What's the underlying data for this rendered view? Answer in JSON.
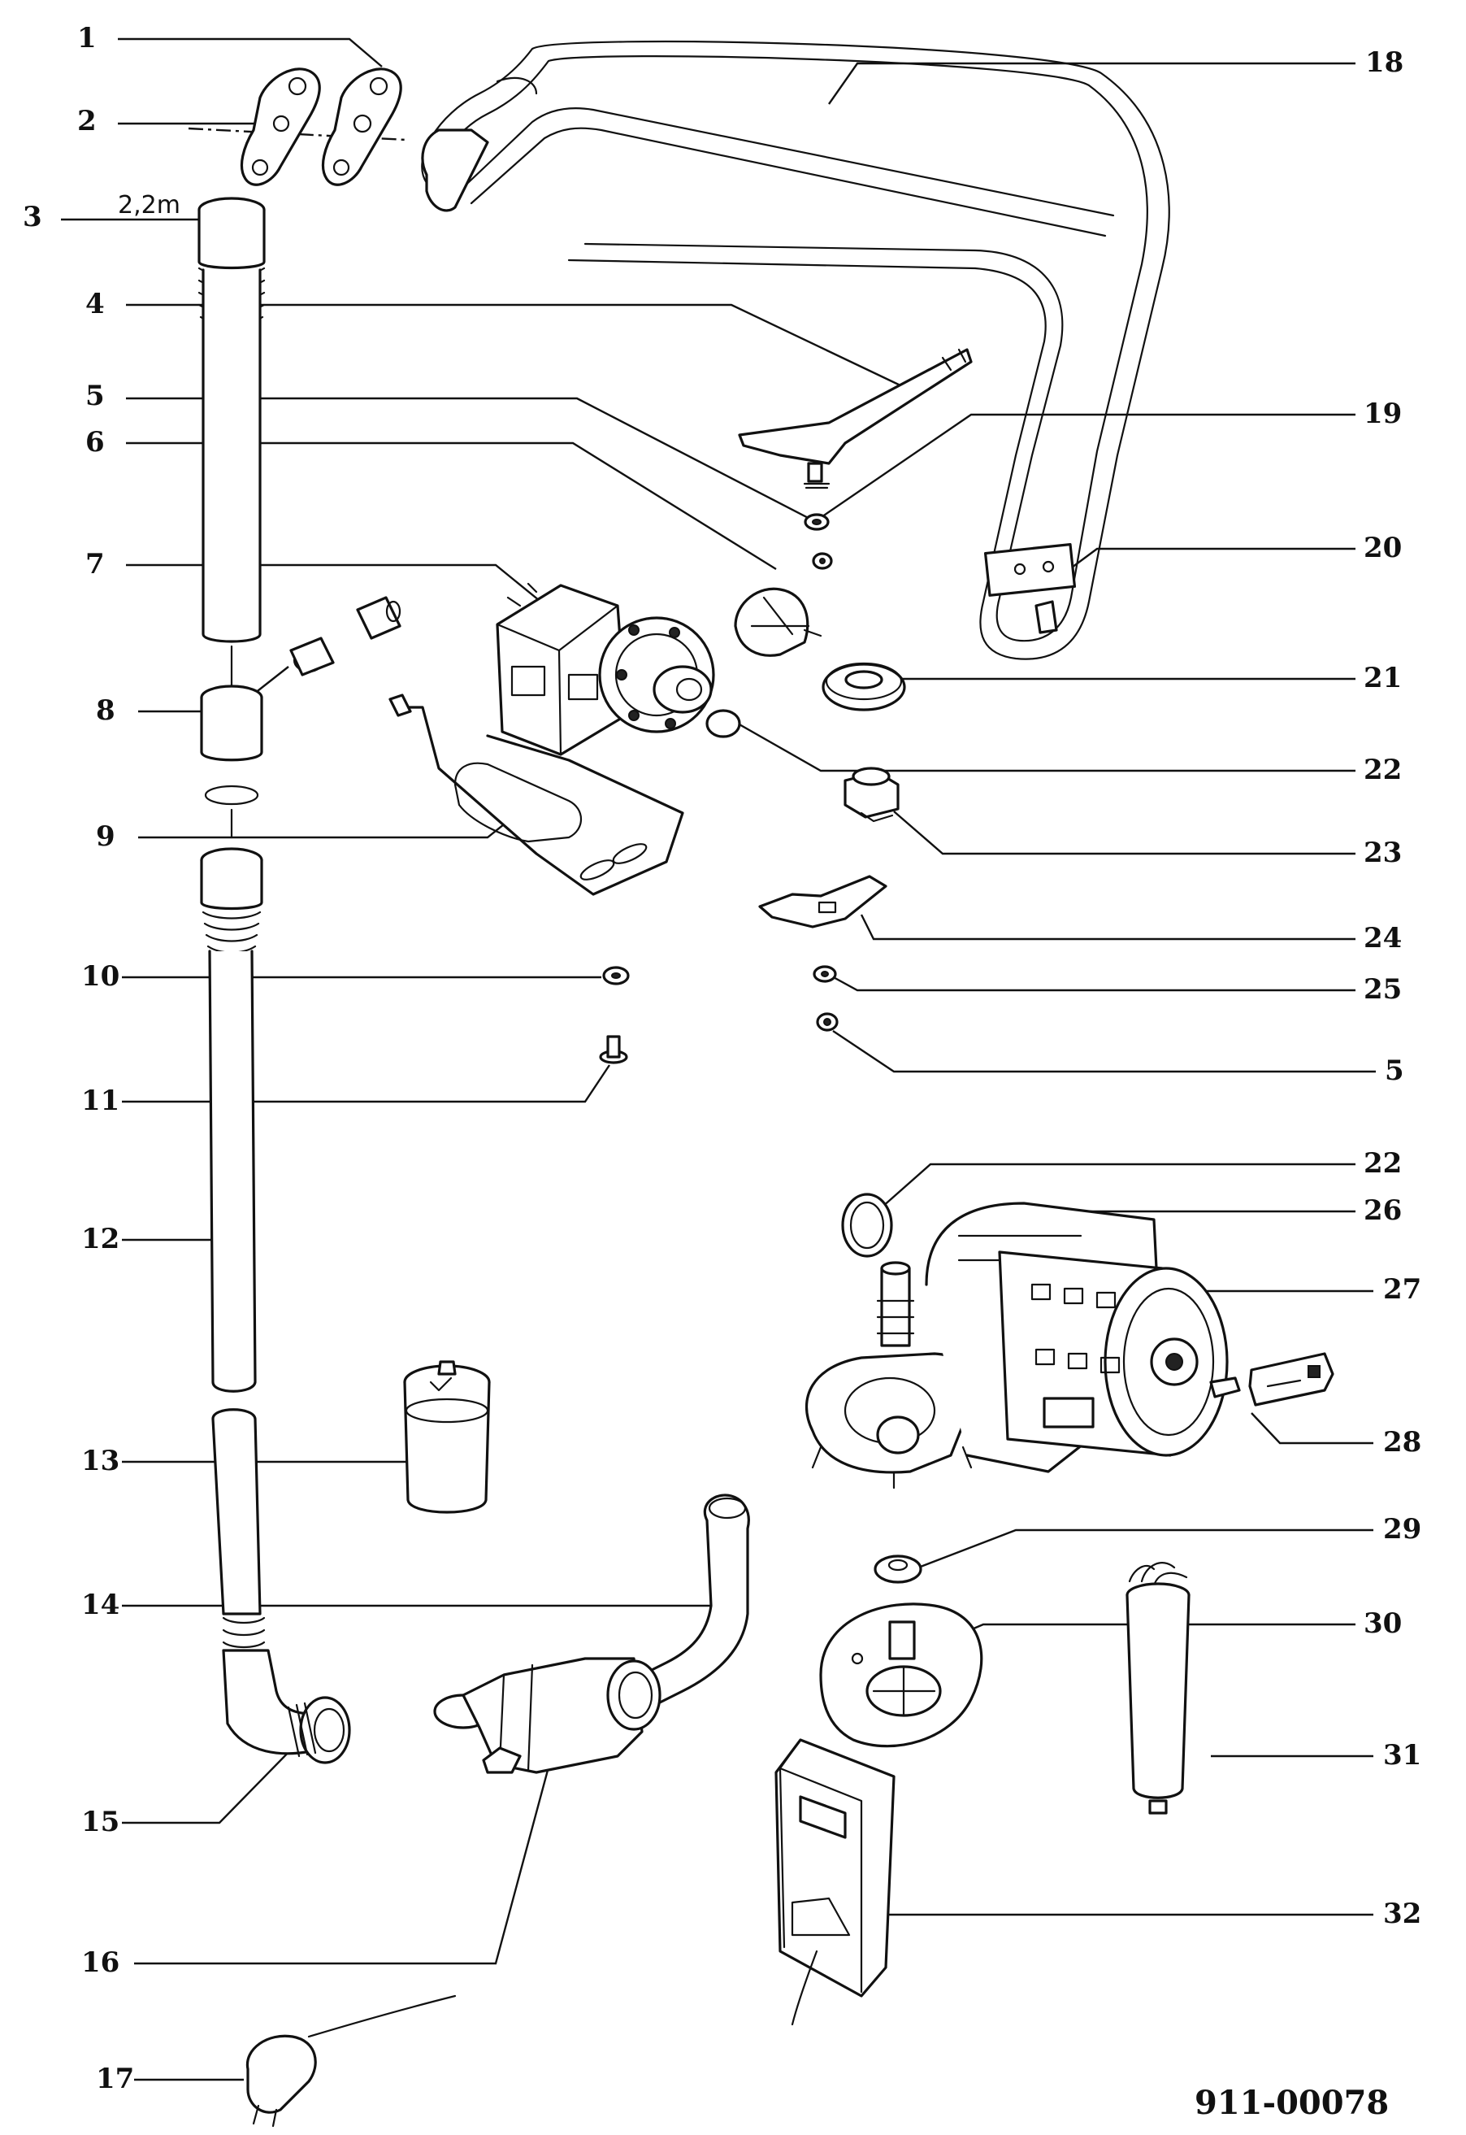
{
  "callouts": [
    "1",
    "2",
    "3",
    "4",
    "5",
    "6",
    "7",
    "8",
    "9",
    "10",
    "11",
    "12",
    "13",
    "14",
    "15",
    "16",
    "17",
    "18",
    "19",
    "20",
    "21",
    "22",
    "23",
    "24",
    "25",
    "5",
    "22",
    "26",
    "27",
    "28",
    "29",
    "30",
    "31",
    "32"
  ],
  "hose_length_label": "2,2m",
  "drawing_number": "911-00078"
}
